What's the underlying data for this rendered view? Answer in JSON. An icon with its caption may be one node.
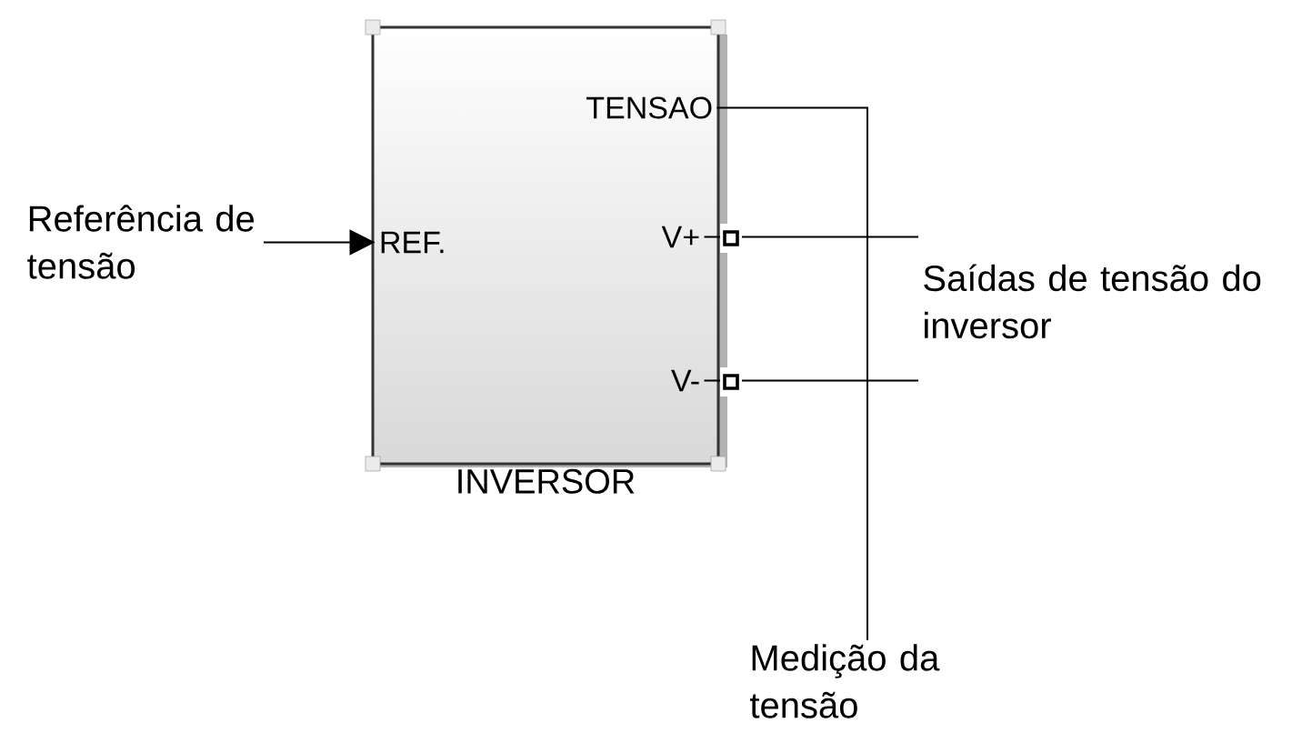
{
  "diagram": {
    "nodes": [
      {
        "text": [
          "INVERSOR"
        ]
      },
      {
        "text": [
          "REF."
        ],
        "in": 0
      },
      {
        "text": [
          "TENSAO"
        ],
        "in": 0
      },
      {
        "text": [
          "V+"
        ],
        "in": 0
      },
      {
        "text": [
          "V-"
        ],
        "in": 0
      },
      {
        "text": [
          "Referência de tensão"
        ]
      },
      {
        "text": [
          "Saídas de tensão do inversor"
        ]
      },
      {
        "text": [
          "Medição da tensão"
        ]
      }
    ],
    "edges": [
      {
        "from": 5,
        "to": 1,
        "arrow": "to"
      },
      {
        "from": 2,
        "to": 7,
        "arrow": "none"
      },
      {
        "from": 3,
        "to": 6,
        "arrow": "none"
      },
      {
        "from": 4,
        "to": 6,
        "arrow": "none"
      }
    ]
  }
}
